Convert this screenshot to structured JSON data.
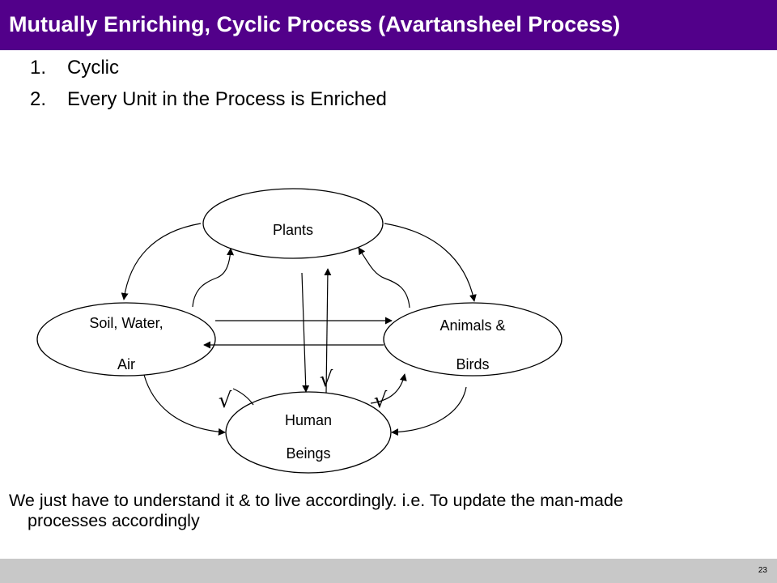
{
  "slide": {
    "title": "Mutually Enriching, Cyclic Process (Avartansheel Process)",
    "list": [
      {
        "num": "1.",
        "text": "Cyclic"
      },
      {
        "num": "2.",
        "text": "Every Unit in the Process is Enriched"
      }
    ],
    "footer_line1": "We just have to understand it & to live accordingly. i.e. To update the man-made",
    "footer_line2": "processes accordingly",
    "page_number": "23"
  },
  "diagram": {
    "nodes": {
      "plants": "Plants",
      "soil_line1": "Soil, Water,",
      "soil_line2": "Air",
      "animals_line1": "Animals &",
      "animals_line2": "Birds",
      "human_line1": "Human",
      "human_line2": "Beings"
    },
    "checks": [
      "√",
      "√",
      "√"
    ]
  },
  "colors": {
    "title_bar": "#52008a",
    "bottom_bar": "#c8c8c8"
  }
}
